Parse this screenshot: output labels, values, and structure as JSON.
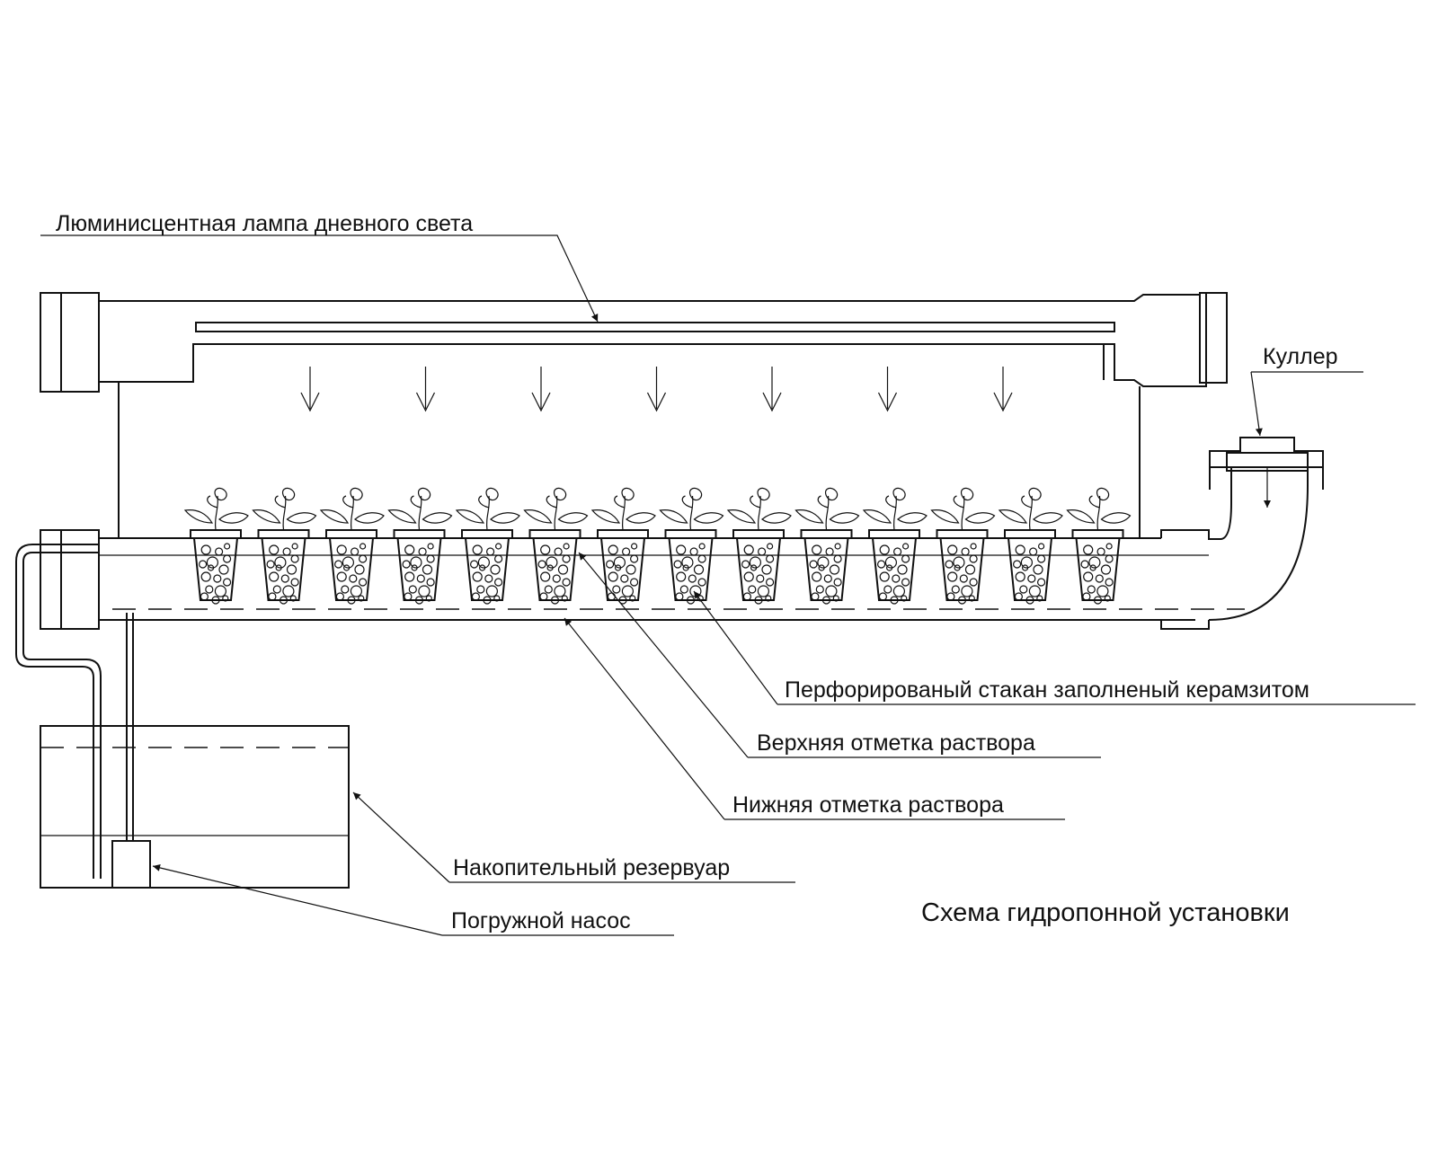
{
  "labels": {
    "lamp": "Люминисцентная лампа дневного света",
    "cooler": "Куллер",
    "cup": "Перфорированый стакан заполненый керамзитом",
    "upper_level": "Верхняя отметка раствора",
    "lower_level": "Нижняя отметка раствора",
    "reservoir": "Накопительный резервуар",
    "pump": "Погружной насос"
  },
  "title": "Схема гидропонной установки",
  "counts": {
    "light_arrows": 7,
    "cups": 14
  }
}
